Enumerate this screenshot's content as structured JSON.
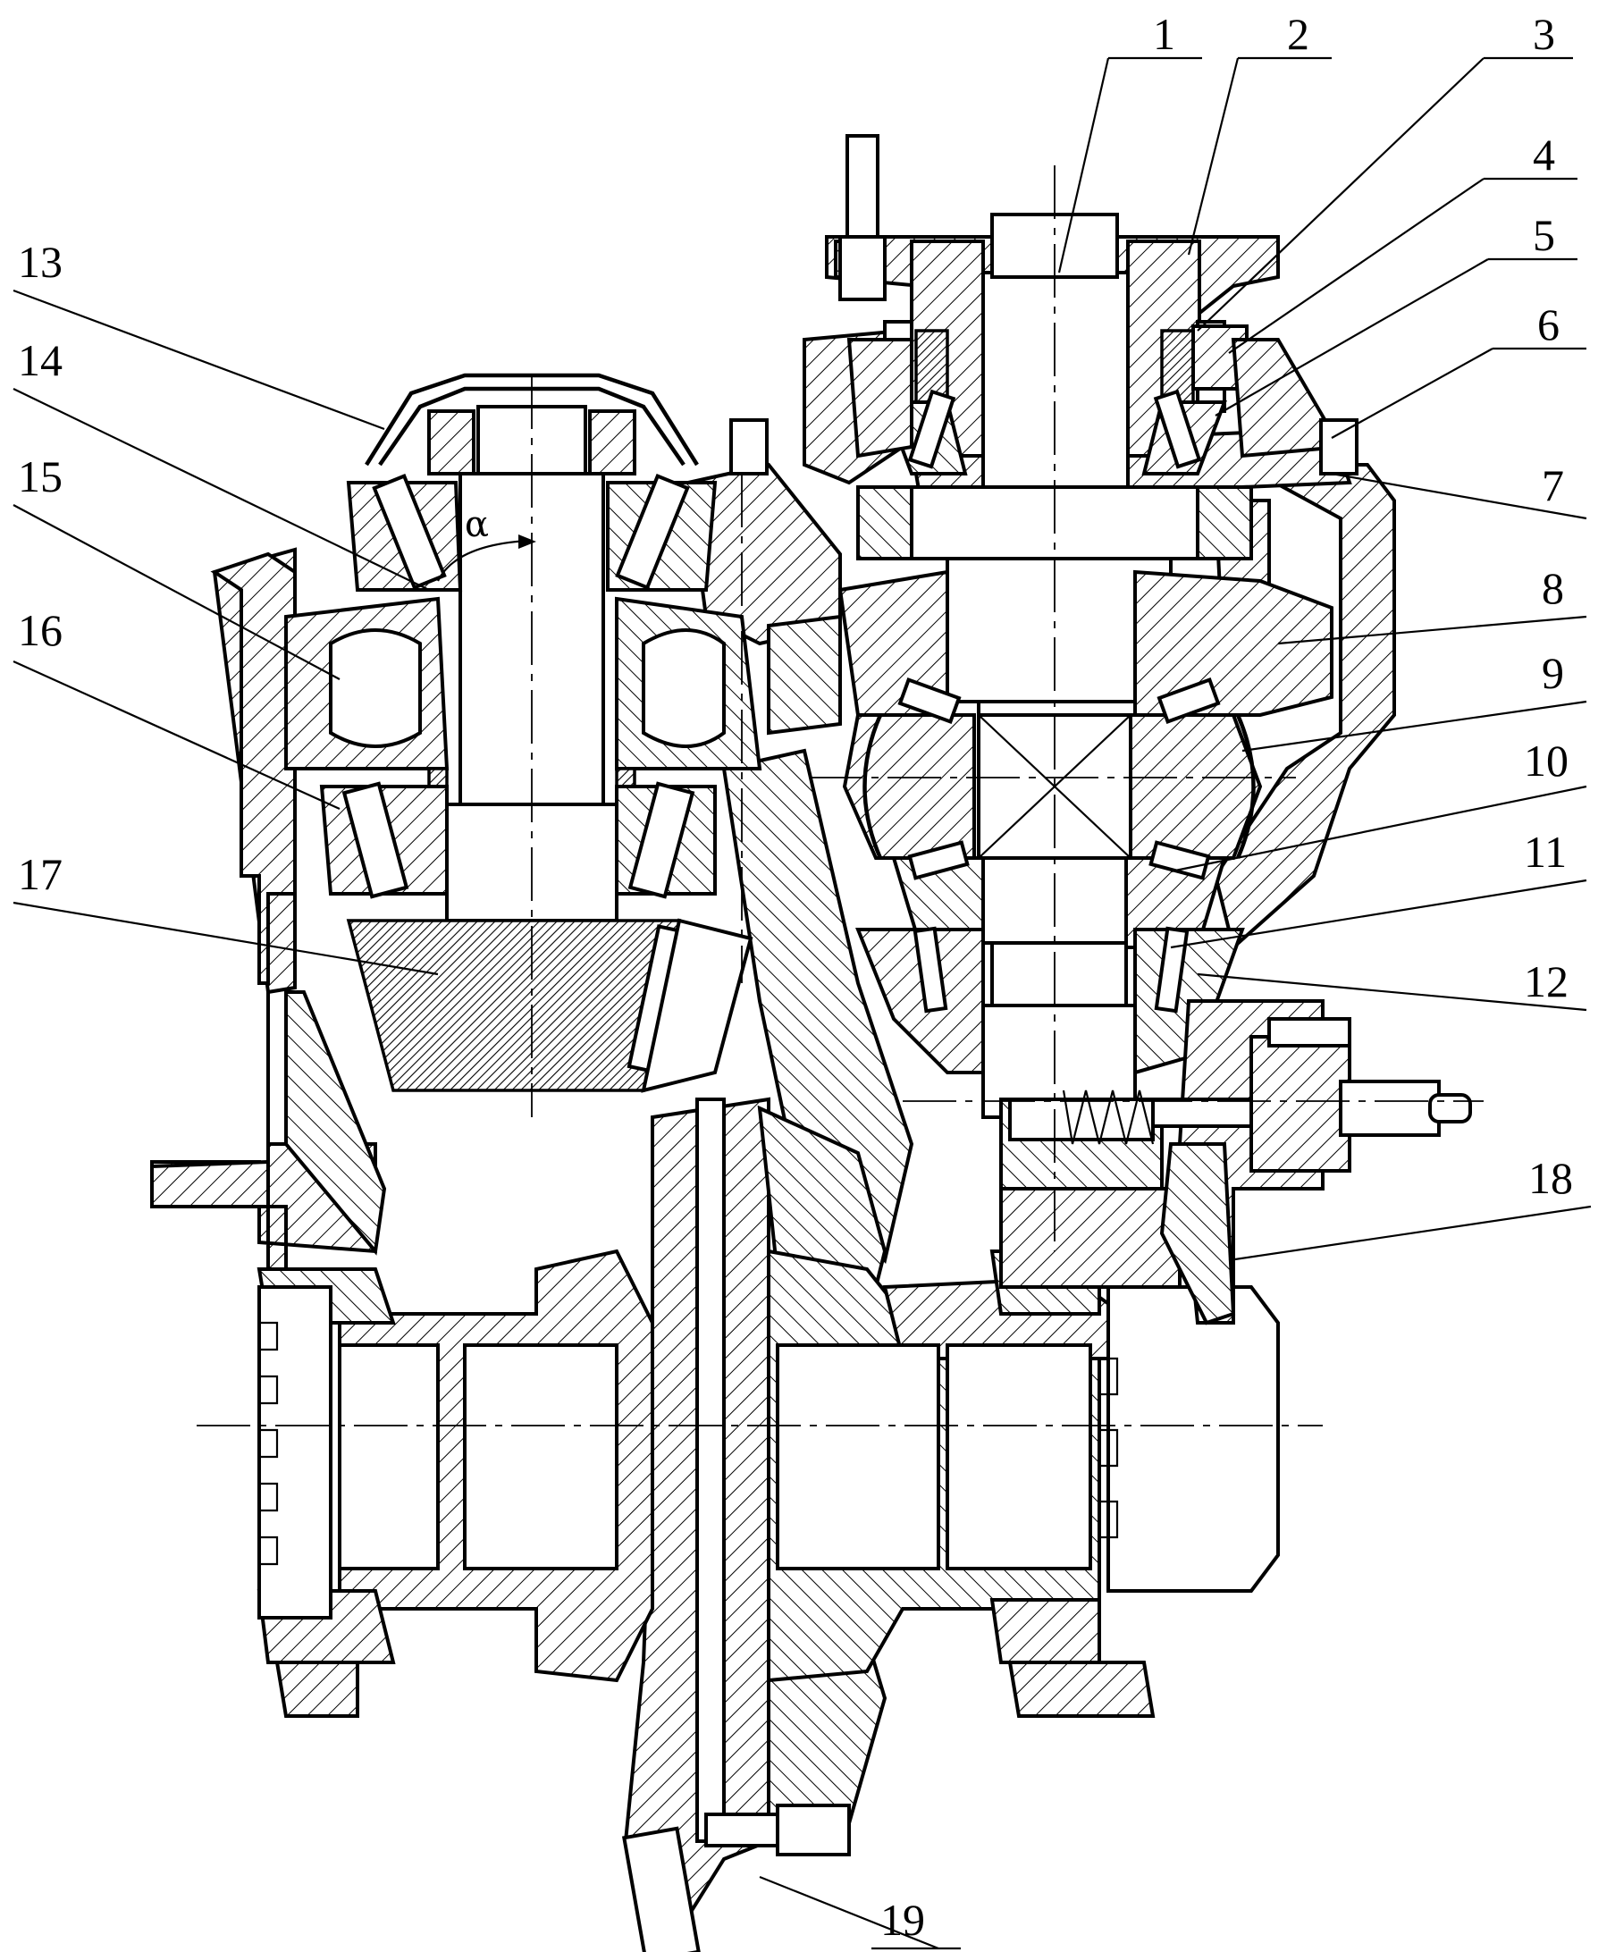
{
  "diagram": {
    "part_numbers": [
      "1",
      "2",
      "3",
      "4",
      "5",
      "6",
      "7",
      "8",
      "9",
      "10",
      "11",
      "12",
      "13",
      "14",
      "15",
      "16",
      "17",
      "18",
      "19"
    ],
    "angle_symbol": "α"
  }
}
